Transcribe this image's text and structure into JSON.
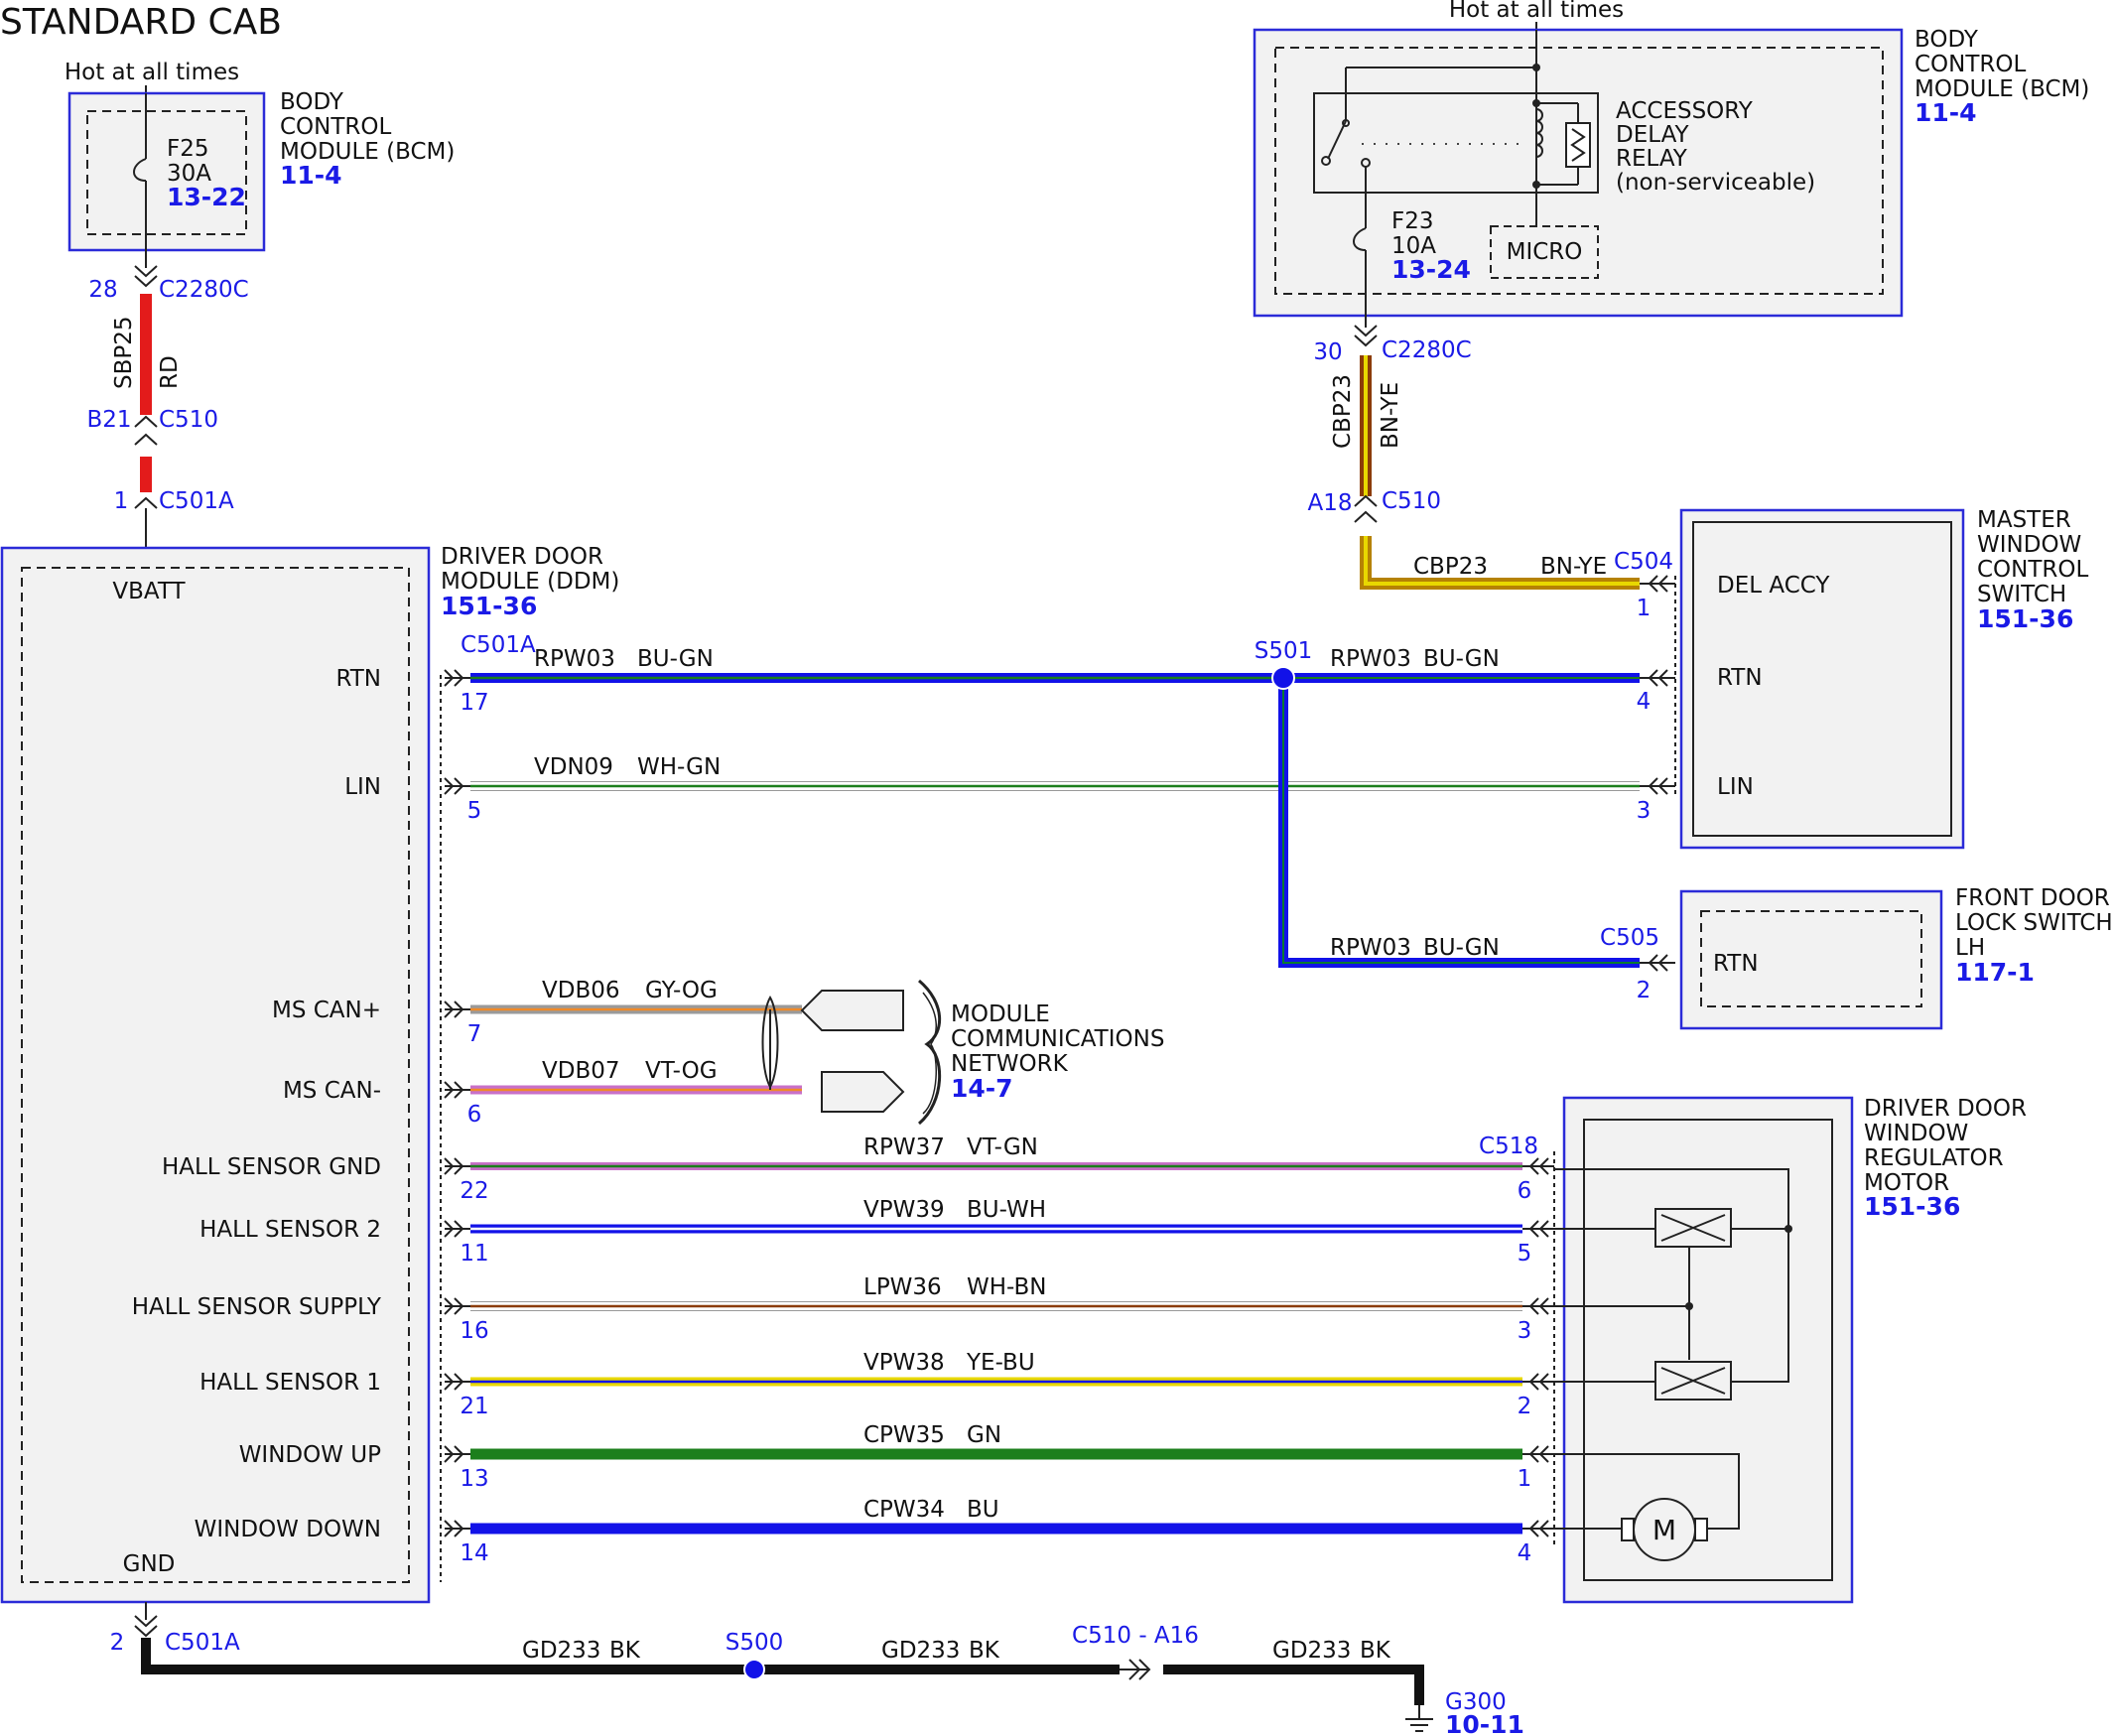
{
  "title": "STANDARD CAB",
  "hot_left": "Hot at all times",
  "hot_right": "Hot at all times",
  "bcm_left": {
    "l1": "BODY",
    "l2": "CONTROL",
    "l3": "MODULE (BCM)",
    "ref": "11-4",
    "fuse": "F25",
    "amps": "30A",
    "fuse_ref": "13-22"
  },
  "bcm_right": {
    "l1": "BODY",
    "l2": "CONTROL",
    "l3": "MODULE (BCM)",
    "ref": "11-4",
    "fuse": "F23",
    "amps": "10A",
    "fuse_ref": "13-24",
    "micro": "MICRO",
    "relay_l1": "ACCESSORY",
    "relay_l2": "DELAY",
    "relay_l3": "RELAY",
    "relay_l4": "(non-serviceable)"
  },
  "left_feed": {
    "pin_top": "28",
    "conn_top": "C2280C",
    "circuit": "SBP25",
    "color": "RD",
    "pin_mid": "B21",
    "conn_mid": "C510",
    "pin_bot": "1",
    "conn_bot": "C501A"
  },
  "right_feed": {
    "pin_top": "30",
    "conn_top": "C2280C",
    "circuit": "CBP23",
    "color": "BN-YE",
    "pin_mid": "A18",
    "conn_mid": "C510"
  },
  "ddm": {
    "l1": "DRIVER DOOR",
    "l2": "MODULE (DDM)",
    "ref": "151-36",
    "vbatt": "VBATT",
    "gnd": "GND",
    "conn": "C501A",
    "gnd_pin": "2",
    "gnd_conn": "C501A"
  },
  "pins": [
    {
      "label": "RTN",
      "pin": "17"
    },
    {
      "label": "LIN",
      "pin": "5"
    },
    {
      "label": "MS CAN+",
      "pin": "7"
    },
    {
      "label": "MS CAN-",
      "pin": "6"
    },
    {
      "label": "HALL SENSOR GND",
      "pin": "22"
    },
    {
      "label": "HALL SENSOR 2",
      "pin": "11"
    },
    {
      "label": "HALL SENSOR SUPPLY",
      "pin": "16"
    },
    {
      "label": "HALL SENSOR 1",
      "pin": "21"
    },
    {
      "label": "WINDOW UP",
      "pin": "13"
    },
    {
      "label": "WINDOW DOWN",
      "pin": "14"
    }
  ],
  "wires": {
    "cbp23": {
      "circuit": "CBP23",
      "color": "BN-YE"
    },
    "rtn_left": {
      "circuit": "RPW03",
      "color": "BU-GN"
    },
    "rtn_right": {
      "circuit": "RPW03",
      "color": "BU-GN"
    },
    "rtn_down": {
      "circuit": "RPW03",
      "color": "BU-GN"
    },
    "lin": {
      "circuit": "VDN09",
      "color": "WH-GN"
    },
    "can_p": {
      "circuit": "VDB06",
      "color": "GY-OG"
    },
    "can_m": {
      "circuit": "VDB07",
      "color": "VT-OG"
    },
    "hs_gnd": {
      "circuit": "RPW37",
      "color": "VT-GN"
    },
    "hs2": {
      "circuit": "VPW39",
      "color": "BU-WH"
    },
    "hs_sup": {
      "circuit": "LPW36",
      "color": "WH-BN"
    },
    "hs1": {
      "circuit": "VPW38",
      "color": "YE-BU"
    },
    "up": {
      "circuit": "CPW35",
      "color": "GN"
    },
    "down": {
      "circuit": "CPW34",
      "color": "BU"
    },
    "gnd1": {
      "circuit": "GD233",
      "color": "BK"
    },
    "gnd2": {
      "circuit": "GD233",
      "color": "BK"
    },
    "gnd3": {
      "circuit": "GD233",
      "color": "BK"
    }
  },
  "splices": {
    "s501": "S501",
    "s500": "S500"
  },
  "mwcs": {
    "l1": "MASTER",
    "l2": "WINDOW",
    "l3": "CONTROL",
    "l4": "SWITCH",
    "ref": "151-36",
    "conn": "C504",
    "p1_label": "DEL ACCY",
    "p1": "1",
    "p2_label": "RTN",
    "p2": "4",
    "p3_label": "LIN",
    "p3": "3"
  },
  "fdls": {
    "l1": "FRONT DOOR",
    "l2": "LOCK SWITCH",
    "l3": "LH",
    "ref": "117-1",
    "conn": "C505",
    "p_label": "RTN",
    "pin": "2"
  },
  "mcn": {
    "l1": "MODULE",
    "l2": "COMMUNICATIONS",
    "l3": "NETWORK",
    "ref": "14-7"
  },
  "motor": {
    "l1": "DRIVER DOOR",
    "l2": "WINDOW",
    "l3": "REGULATOR",
    "l4": "MOTOR",
    "ref": "151-36",
    "conn": "C518",
    "pins": [
      "6",
      "5",
      "3",
      "2",
      "1",
      "4"
    ],
    "symbol": "M"
  },
  "ground": {
    "inline": "C510 - A16",
    "g": "G300",
    "ref": "10-11"
  },
  "colors": {
    "frame": "#2b2bd8",
    "text_ref": "#1a1ae6",
    "RD": "#e31b1b",
    "BU": "#1212e8",
    "GN": "#1c7f1c",
    "BN": "#8b3c08",
    "YE": "#e8d800",
    "WH": "#ffffff",
    "VT": "#c870c8",
    "OG": "#f08a28",
    "GY": "#9a9a9a",
    "BK": "#111111"
  }
}
